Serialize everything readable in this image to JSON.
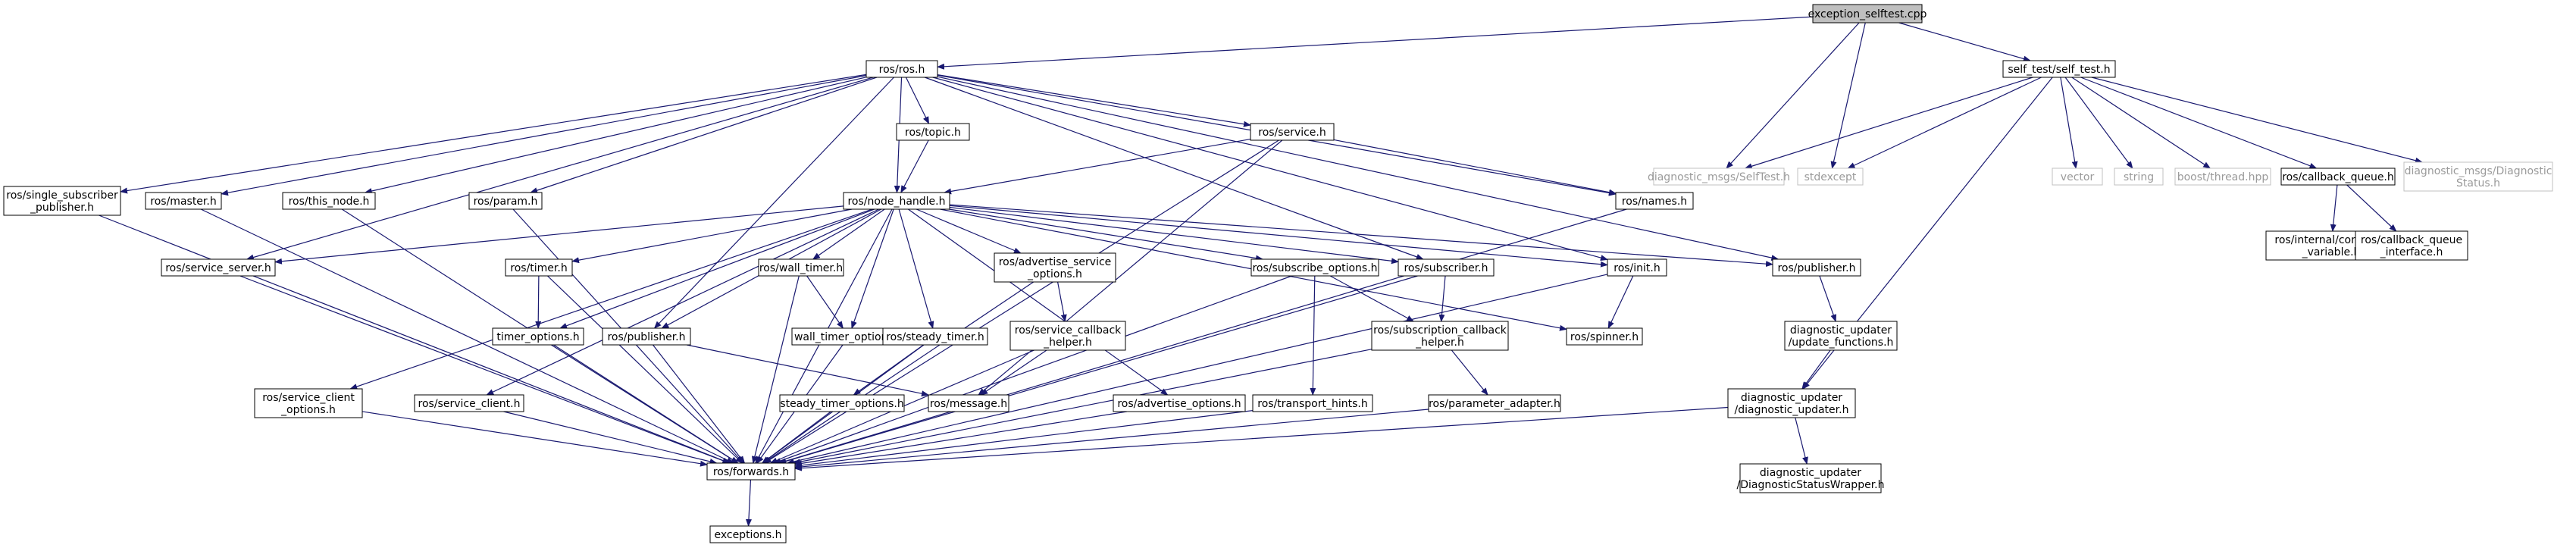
{
  "diagram": {
    "colors": {
      "edge": "#191970",
      "box_stroke": "#000000",
      "light_stroke": "#c0c0c0",
      "root_fill": "#bfbfbf",
      "light_text": "#9a9a9a"
    },
    "nodes": [
      {
        "id": "root",
        "lines": [
          "exception_selftest.cpp"
        ],
        "style": "root"
      },
      {
        "id": "ros_h",
        "lines": [
          "ros/ros.h"
        ],
        "style": "normal"
      },
      {
        "id": "selftest_msg",
        "lines": [
          "diagnostic_msgs/SelfTest.h"
        ],
        "style": "light"
      },
      {
        "id": "stdexcept",
        "lines": [
          "stdexcept"
        ],
        "style": "light"
      },
      {
        "id": "self_test_h",
        "lines": [
          "self_test/self_test.h"
        ],
        "style": "normal"
      },
      {
        "id": "vector",
        "lines": [
          "vector"
        ],
        "style": "light"
      },
      {
        "id": "string",
        "lines": [
          "string"
        ],
        "style": "light"
      },
      {
        "id": "boost_thread",
        "lines": [
          "boost/thread.hpp"
        ],
        "style": "light"
      },
      {
        "id": "callback_queue",
        "lines": [
          "ros/callback_queue.h"
        ],
        "style": "normal"
      },
      {
        "id": "diag_status",
        "lines": [
          "diagnostic_msgs/Diagnostic",
          "Status.h"
        ],
        "style": "light"
      },
      {
        "id": "single_sub",
        "lines": [
          "ros/single_subscriber",
          "_publisher.h"
        ],
        "style": "normal"
      },
      {
        "id": "master",
        "lines": [
          "ros/master.h"
        ],
        "style": "normal"
      },
      {
        "id": "this_node",
        "lines": [
          "ros/this_node.h"
        ],
        "style": "normal"
      },
      {
        "id": "param",
        "lines": [
          "ros/param.h"
        ],
        "style": "normal"
      },
      {
        "id": "topic",
        "lines": [
          "ros/topic.h"
        ],
        "style": "normal"
      },
      {
        "id": "service",
        "lines": [
          "ros/service.h"
        ],
        "style": "normal"
      },
      {
        "id": "names",
        "lines": [
          "ros/names.h"
        ],
        "style": "normal"
      },
      {
        "id": "node_handle",
        "lines": [
          "ros/node_handle.h"
        ],
        "style": "normal"
      },
      {
        "id": "internal_cond",
        "lines": [
          "ros/internal/condition",
          "_variable.h"
        ],
        "style": "normal"
      },
      {
        "id": "cbq_iface",
        "lines": [
          "ros/callback_queue",
          "_interface.h"
        ],
        "style": "normal"
      },
      {
        "id": "service_server",
        "lines": [
          "ros/service_server.h"
        ],
        "style": "normal"
      },
      {
        "id": "timer",
        "lines": [
          "ros/timer.h"
        ],
        "style": "normal"
      },
      {
        "id": "wall_timer",
        "lines": [
          "ros/wall_timer.h"
        ],
        "style": "normal"
      },
      {
        "id": "adv_srv_opts",
        "lines": [
          "ros/advertise_service",
          "_options.h"
        ],
        "style": "normal"
      },
      {
        "id": "sub_opts",
        "lines": [
          "ros/subscribe_options.h"
        ],
        "style": "normal"
      },
      {
        "id": "subscriber",
        "lines": [
          "ros/subscriber.h"
        ],
        "style": "normal"
      },
      {
        "id": "init",
        "lines": [
          "ros/init.h"
        ],
        "style": "normal"
      },
      {
        "id": "publisher_top",
        "lines": [
          "ros/publisher.h"
        ],
        "style": "normal"
      },
      {
        "id": "timer_opts",
        "lines": [
          "timer_options.h"
        ],
        "style": "normal"
      },
      {
        "id": "publisher_mid",
        "lines": [
          "ros/publisher.h"
        ],
        "style": "normal"
      },
      {
        "id": "wall_timer_opts",
        "lines": [
          "wall_timer_options.h"
        ],
        "style": "normal"
      },
      {
        "id": "steady_timer",
        "lines": [
          "ros/steady_timer.h"
        ],
        "style": "normal"
      },
      {
        "id": "srv_cb_helper",
        "lines": [
          "ros/service_callback",
          "_helper.h"
        ],
        "style": "normal"
      },
      {
        "id": "sub_cb_helper",
        "lines": [
          "ros/subscription_callback",
          "_helper.h"
        ],
        "style": "normal"
      },
      {
        "id": "spinner",
        "lines": [
          "ros/spinner.h"
        ],
        "style": "normal"
      },
      {
        "id": "update_funcs",
        "lines": [
          "diagnostic_updater",
          "/update_functions.h"
        ],
        "style": "normal"
      },
      {
        "id": "srv_client_opts",
        "lines": [
          "ros/service_client",
          "_options.h"
        ],
        "style": "normal"
      },
      {
        "id": "srv_client",
        "lines": [
          "ros/service_client.h"
        ],
        "style": "normal"
      },
      {
        "id": "steady_timer_opts",
        "lines": [
          "steady_timer_options.h"
        ],
        "style": "normal"
      },
      {
        "id": "message",
        "lines": [
          "ros/message.h"
        ],
        "style": "normal"
      },
      {
        "id": "adv_opts",
        "lines": [
          "ros/advertise_options.h"
        ],
        "style": "normal"
      },
      {
        "id": "transport_hints",
        "lines": [
          "ros/transport_hints.h"
        ],
        "style": "normal"
      },
      {
        "id": "param_adapter",
        "lines": [
          "ros/parameter_adapter.h"
        ],
        "style": "normal"
      },
      {
        "id": "diag_updater",
        "lines": [
          "diagnostic_updater",
          "/diagnostic_updater.h"
        ],
        "style": "normal"
      },
      {
        "id": "forwards",
        "lines": [
          "ros/forwards.h"
        ],
        "style": "normal"
      },
      {
        "id": "dsw",
        "lines": [
          "diagnostic_updater",
          "/DiagnosticStatusWrapper.h"
        ],
        "style": "normal"
      },
      {
        "id": "exceptions",
        "lines": [
          "exceptions.h"
        ],
        "style": "normal"
      }
    ],
    "edges": [
      [
        "root",
        "ros_h"
      ],
      [
        "root",
        "selftest_msg"
      ],
      [
        "root",
        "stdexcept"
      ],
      [
        "root",
        "self_test_h"
      ],
      [
        "self_test_h",
        "stdexcept"
      ],
      [
        "self_test_h",
        "selftest_msg"
      ],
      [
        "self_test_h",
        "vector"
      ],
      [
        "self_test_h",
        "string"
      ],
      [
        "self_test_h",
        "boost_thread"
      ],
      [
        "self_test_h",
        "callback_queue"
      ],
      [
        "self_test_h",
        "diag_status"
      ],
      [
        "self_test_h",
        "diag_updater"
      ],
      [
        "callback_queue",
        "internal_cond"
      ],
      [
        "callback_queue",
        "cbq_iface"
      ],
      [
        "ros_h",
        "single_sub"
      ],
      [
        "ros_h",
        "master"
      ],
      [
        "ros_h",
        "this_node"
      ],
      [
        "ros_h",
        "param"
      ],
      [
        "ros_h",
        "topic"
      ],
      [
        "ros_h",
        "node_handle"
      ],
      [
        "ros_h",
        "service"
      ],
      [
        "ros_h",
        "names"
      ],
      [
        "ros_h",
        "service_server"
      ],
      [
        "ros_h",
        "publisher_mid"
      ],
      [
        "ros_h",
        "subscriber"
      ],
      [
        "ros_h",
        "init"
      ],
      [
        "ros_h",
        "publisher_top"
      ],
      [
        "topic",
        "node_handle"
      ],
      [
        "service",
        "node_handle"
      ],
      [
        "service",
        "names"
      ],
      [
        "service",
        "message"
      ],
      [
        "service",
        "forwards"
      ],
      [
        "node_handle",
        "service_server"
      ],
      [
        "node_handle",
        "srv_client_opts"
      ],
      [
        "node_handle",
        "timer"
      ],
      [
        "node_handle",
        "wall_timer"
      ],
      [
        "node_handle",
        "adv_srv_opts"
      ],
      [
        "node_handle",
        "sub_opts"
      ],
      [
        "node_handle",
        "subscriber"
      ],
      [
        "node_handle",
        "init"
      ],
      [
        "node_handle",
        "publisher_top"
      ],
      [
        "node_handle",
        "timer_opts"
      ],
      [
        "node_handle",
        "publisher_mid"
      ],
      [
        "node_handle",
        "wall_timer_opts"
      ],
      [
        "node_handle",
        "steady_timer"
      ],
      [
        "node_handle",
        "adv_opts"
      ],
      [
        "node_handle",
        "spinner"
      ],
      [
        "node_handle",
        "srv_client"
      ],
      [
        "node_handle",
        "forwards"
      ],
      [
        "timer",
        "timer_opts"
      ],
      [
        "timer",
        "forwards"
      ],
      [
        "wall_timer",
        "wall_timer_opts"
      ],
      [
        "wall_timer",
        "forwards"
      ],
      [
        "adv_srv_opts",
        "srv_cb_helper"
      ],
      [
        "adv_srv_opts",
        "forwards"
      ],
      [
        "sub_opts",
        "sub_cb_helper"
      ],
      [
        "sub_opts",
        "transport_hints"
      ],
      [
        "sub_opts",
        "forwards"
      ],
      [
        "subscriber",
        "sub_cb_helper"
      ],
      [
        "subscriber",
        "forwards"
      ],
      [
        "init",
        "spinner"
      ],
      [
        "init",
        "forwards"
      ],
      [
        "publisher_top",
        "update_funcs"
      ],
      [
        "update_funcs",
        "diag_updater"
      ],
      [
        "diag_updater",
        "dsw"
      ],
      [
        "diag_updater",
        "forwards"
      ],
      [
        "timer_opts",
        "forwards"
      ],
      [
        "publisher_mid",
        "message"
      ],
      [
        "publisher_mid",
        "forwards"
      ],
      [
        "wall_timer_opts",
        "forwards"
      ],
      [
        "steady_timer",
        "steady_timer_opts"
      ],
      [
        "steady_timer",
        "forwards"
      ],
      [
        "steady_timer_opts",
        "forwards"
      ],
      [
        "srv_cb_helper",
        "message"
      ],
      [
        "srv_cb_helper",
        "forwards"
      ],
      [
        "sub_cb_helper",
        "param_adapter"
      ],
      [
        "sub_cb_helper",
        "forwards"
      ],
      [
        "param_adapter",
        "forwards"
      ],
      [
        "srv_client_opts",
        "forwards"
      ],
      [
        "srv_client",
        "forwards"
      ],
      [
        "adv_opts",
        "forwards"
      ],
      [
        "transport_hints",
        "forwards"
      ],
      [
        "single_sub",
        "forwards"
      ],
      [
        "master",
        "forwards"
      ],
      [
        "this_node",
        "forwards"
      ],
      [
        "param",
        "forwards"
      ],
      [
        "names",
        "forwards"
      ],
      [
        "service_server",
        "forwards"
      ],
      [
        "forwards",
        "exceptions"
      ]
    ]
  }
}
